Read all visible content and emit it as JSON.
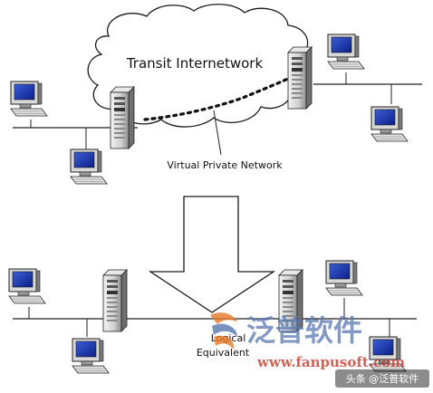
{
  "diagram": {
    "cloud_label": "Transit Internetwork",
    "vpn_label": "Virtual Private Network",
    "logical_label_line1": "Logical",
    "logical_label_line2": "Equivalent"
  },
  "watermark": {
    "brand_cn": "泛普软件",
    "url": "www.fanpusoft.com",
    "credit": "头条 @泛普软件"
  }
}
